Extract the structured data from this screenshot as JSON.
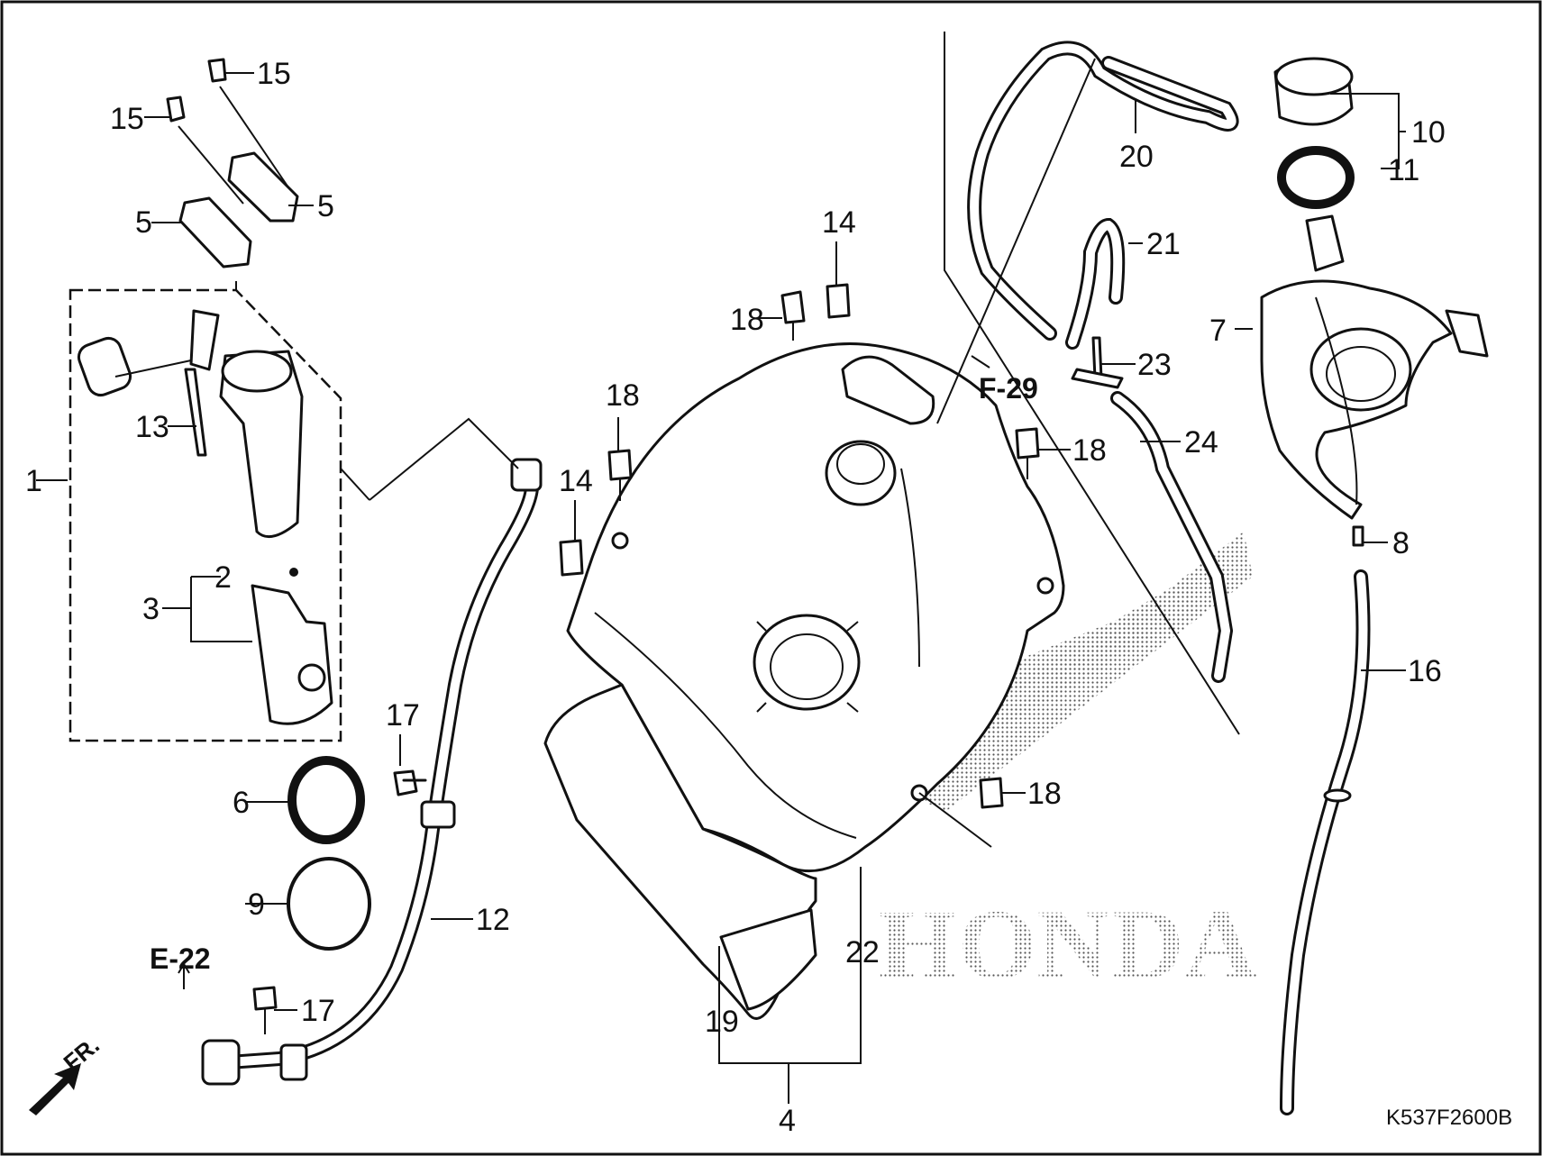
{
  "diagram": {
    "callouts": {
      "c1": "1",
      "c2": "2",
      "c3": "3",
      "c4": "4",
      "c5a": "5",
      "c5b": "5",
      "c6": "6",
      "c7": "7",
      "c8": "8",
      "c9": "9",
      "c10": "10",
      "c11": "11",
      "c12": "12",
      "c13": "13",
      "c14a": "14",
      "c14b": "14",
      "c15a": "15",
      "c15b": "15",
      "c16": "16",
      "c17a": "17",
      "c17b": "17",
      "c18a": "18",
      "c18b": "18",
      "c18c": "18",
      "c18d": "18",
      "c19": "19",
      "c20": "20",
      "c21": "21",
      "c22": "22",
      "c23": "23",
      "c24": "24"
    },
    "refs": {
      "e22": "E-22",
      "f29": "F-29"
    },
    "direction": "FR.",
    "brand": "HONDA",
    "figure_code": "K537F2600B"
  }
}
